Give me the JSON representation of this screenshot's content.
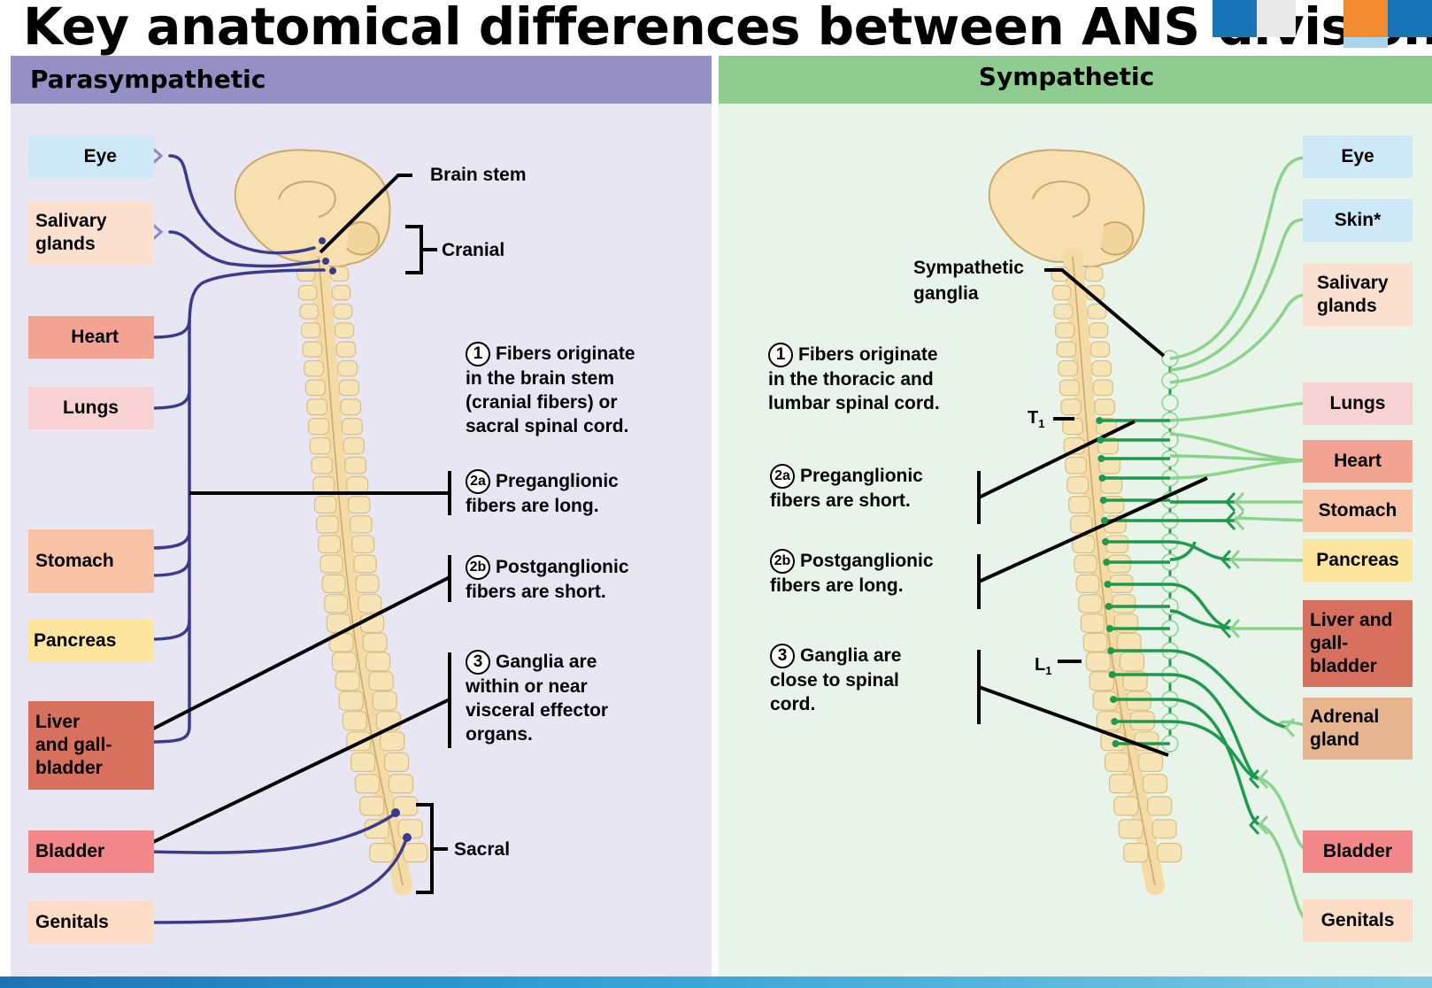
{
  "title": "Key anatomical differences between ANS divisions",
  "colors": {
    "para_panel_bg": "#e8e6f3",
    "para_header_bg": "#9490c5",
    "symp_panel_bg": "#e8f4ea",
    "symp_header_bg": "#8fcc8f",
    "para_nerve": "#3c3a8f",
    "symp_pre_nerve": "#1e9a4c",
    "symp_post_nerve": "#8bd38b",
    "spine": "#f5e1b0"
  },
  "parasympathetic": {
    "header": "Parasympathetic",
    "organs": [
      {
        "label": "Eye"
      },
      {
        "label": "Salivary glands"
      },
      {
        "label": "Heart"
      },
      {
        "label": "Lungs"
      },
      {
        "label": "Stomach"
      },
      {
        "label": "Pancreas"
      },
      {
        "label": "Liver and gall-bladder"
      },
      {
        "label": "Bladder"
      },
      {
        "label": "Genitals"
      }
    ],
    "labels": {
      "brain_stem": "Brain stem",
      "cranial": "Cranial",
      "sacral": "Sacral"
    },
    "points": [
      {
        "num": "1",
        "text_lines": [
          "Fibers originate",
          "in the brain stem",
          "(cranial fibers) or",
          "sacral spinal cord."
        ]
      },
      {
        "num": "2a",
        "text_lines": [
          "Preganglionic",
          "fibers are long."
        ]
      },
      {
        "num": "2b",
        "text_lines": [
          "Postganglionic",
          "fibers are short."
        ]
      },
      {
        "num": "3",
        "text_lines": [
          "Ganglia are",
          "within or near",
          "visceral effector",
          "organs."
        ]
      }
    ]
  },
  "sympathetic": {
    "header": "Sympathetic",
    "organs": [
      {
        "label": "Eye"
      },
      {
        "label": "Skin*"
      },
      {
        "label": "Salivary glands"
      },
      {
        "label": "Lungs"
      },
      {
        "label": "Heart"
      },
      {
        "label": "Stomach"
      },
      {
        "label": "Pancreas"
      },
      {
        "label": "Liver and gall-bladder"
      },
      {
        "label": "Adrenal gland"
      },
      {
        "label": "Bladder"
      },
      {
        "label": "Genitals"
      }
    ],
    "labels": {
      "sympathetic_ganglia": "Sympathetic ganglia",
      "t1": "T1",
      "l1": "L1"
    },
    "points": [
      {
        "num": "1",
        "text_lines": [
          "Fibers originate",
          "in the thoracic and",
          "lumbar spinal cord."
        ]
      },
      {
        "num": "2a",
        "text_lines": [
          "Preganglionic",
          "fibers are short."
        ]
      },
      {
        "num": "2b",
        "text_lines": [
          "Postganglionic",
          "fibers are long."
        ]
      },
      {
        "num": "3",
        "text_lines": [
          "Ganglia are",
          "close to spinal",
          "cord."
        ]
      }
    ]
  }
}
